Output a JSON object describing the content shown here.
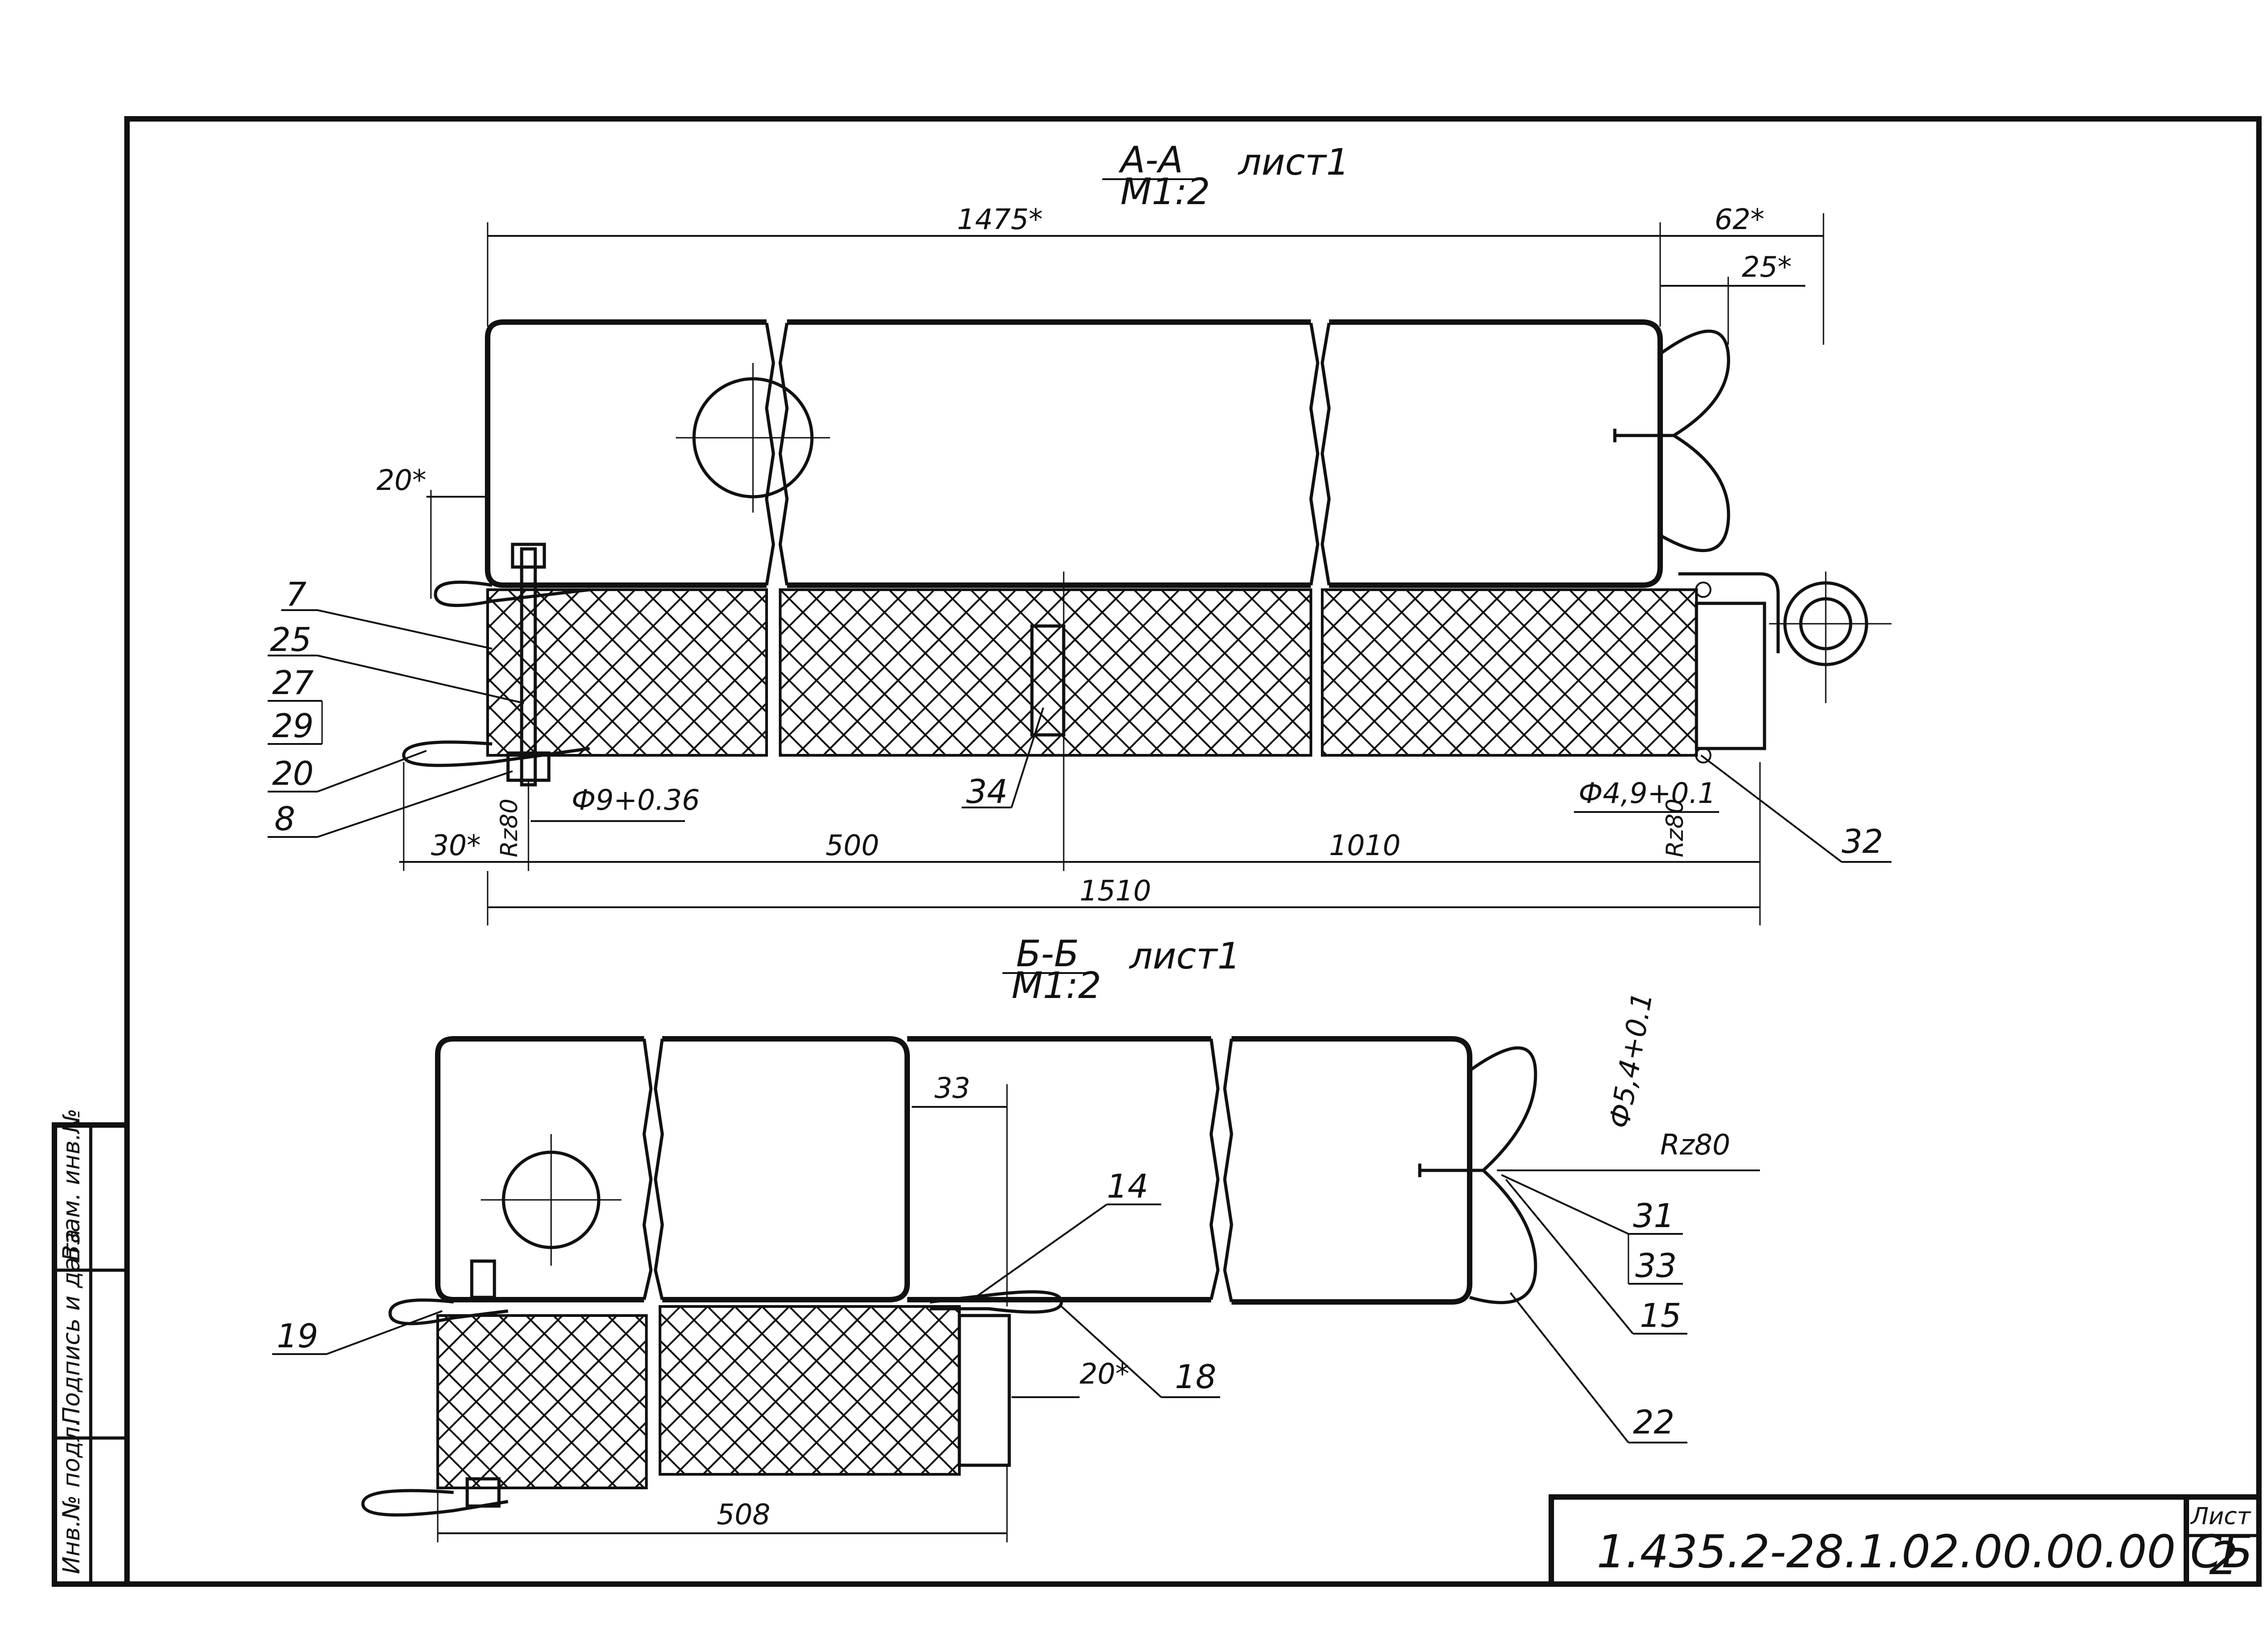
{
  "sections": {
    "aa": {
      "title": "А-А",
      "scale": "М1:2",
      "sheet_ref": "лист1"
    },
    "bb": {
      "title": "Б-Б",
      "scale": "М1:2",
      "sheet_ref": "лист1"
    }
  },
  "dimensions_aa": {
    "d1475": "1475*",
    "d62": "62*",
    "d25": "25*",
    "d20": "20*",
    "d30": "30*",
    "d500": "500",
    "d1010": "1010",
    "d1510": "1510",
    "hole9": "Ф9+0.36",
    "hole49": "Ф4,9+0.1",
    "rz_left": "Rz80",
    "rz_right": "Rz80"
  },
  "dimensions_bb": {
    "d33": "33",
    "d20": "20*",
    "d508": "508",
    "hole54": "Ф5,4+0.1",
    "rz": "Rz80"
  },
  "callouts_aa": [
    "7",
    "25",
    "27",
    "29",
    "20",
    "8",
    "34",
    "32"
  ],
  "callouts_bb": [
    "14",
    "19",
    "18",
    "31",
    "33",
    "15",
    "22"
  ],
  "side_stamp": [
    "Инв.№ подл.",
    "Подпись и дата",
    "Взам. инв.№"
  ],
  "title_block": {
    "designation": "1.435.2-28.1.02.00.00.00 СБ",
    "sheet_label": "Лист",
    "sheet_number": "2"
  }
}
